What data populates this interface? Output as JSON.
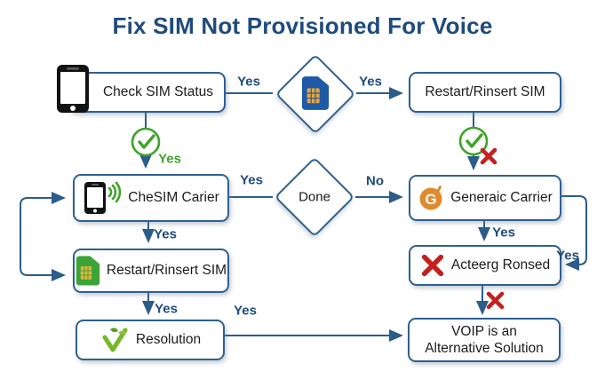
{
  "title": "Fix SIM Not Provisioned For Voice",
  "nodes": {
    "check_sim_status": "Check SIM Status",
    "restart_top": "Restart/Rinsert SIM",
    "chesim_carier": "CheSIM Carier",
    "done": "Done",
    "generaic_carrier": "Generaic Carrier",
    "restart_left": "Restart/Rinsert SIM",
    "acteerg_ronsed": "Acteerg Ronsed",
    "resolution": "Resolution",
    "voip_line1": "VOIP is an",
    "voip_line2": "Alternative Solution"
  },
  "labels": {
    "check_to_sim": "Yes",
    "sim_to_restart": "Yes",
    "check_down": "Yes",
    "chesim_to_done": "Yes",
    "done_to_generaic": "No",
    "chesim_down": "Yes",
    "generaic_down": "Yes",
    "generaic_loop": "Yes",
    "restartleft_down": "Yes",
    "resolution_to_voip": "Yes"
  },
  "icons": {
    "smartphone": "smartphone-icon",
    "sim_card_blue": "sim-card-icon",
    "phone_signal": "phone-signal-icon",
    "g_carrier": "g-carrier-icon",
    "sim_card_green": "sim-card-icon",
    "error_x": "error-x-icon",
    "resolution_check": "resolution-check-icon",
    "check_circle": "check-circle-icon"
  },
  "colors": {
    "title": "#1F4B7C",
    "line": "#2B5C8A",
    "border": "#2F6090",
    "label": "#1E4B7B",
    "green": "#3FA32A",
    "red": "#C42020",
    "sim_blue": "#1E5AA6",
    "sim_green": "#3BA437",
    "gold": "#E8A33B",
    "orange": "#E08A2E"
  }
}
